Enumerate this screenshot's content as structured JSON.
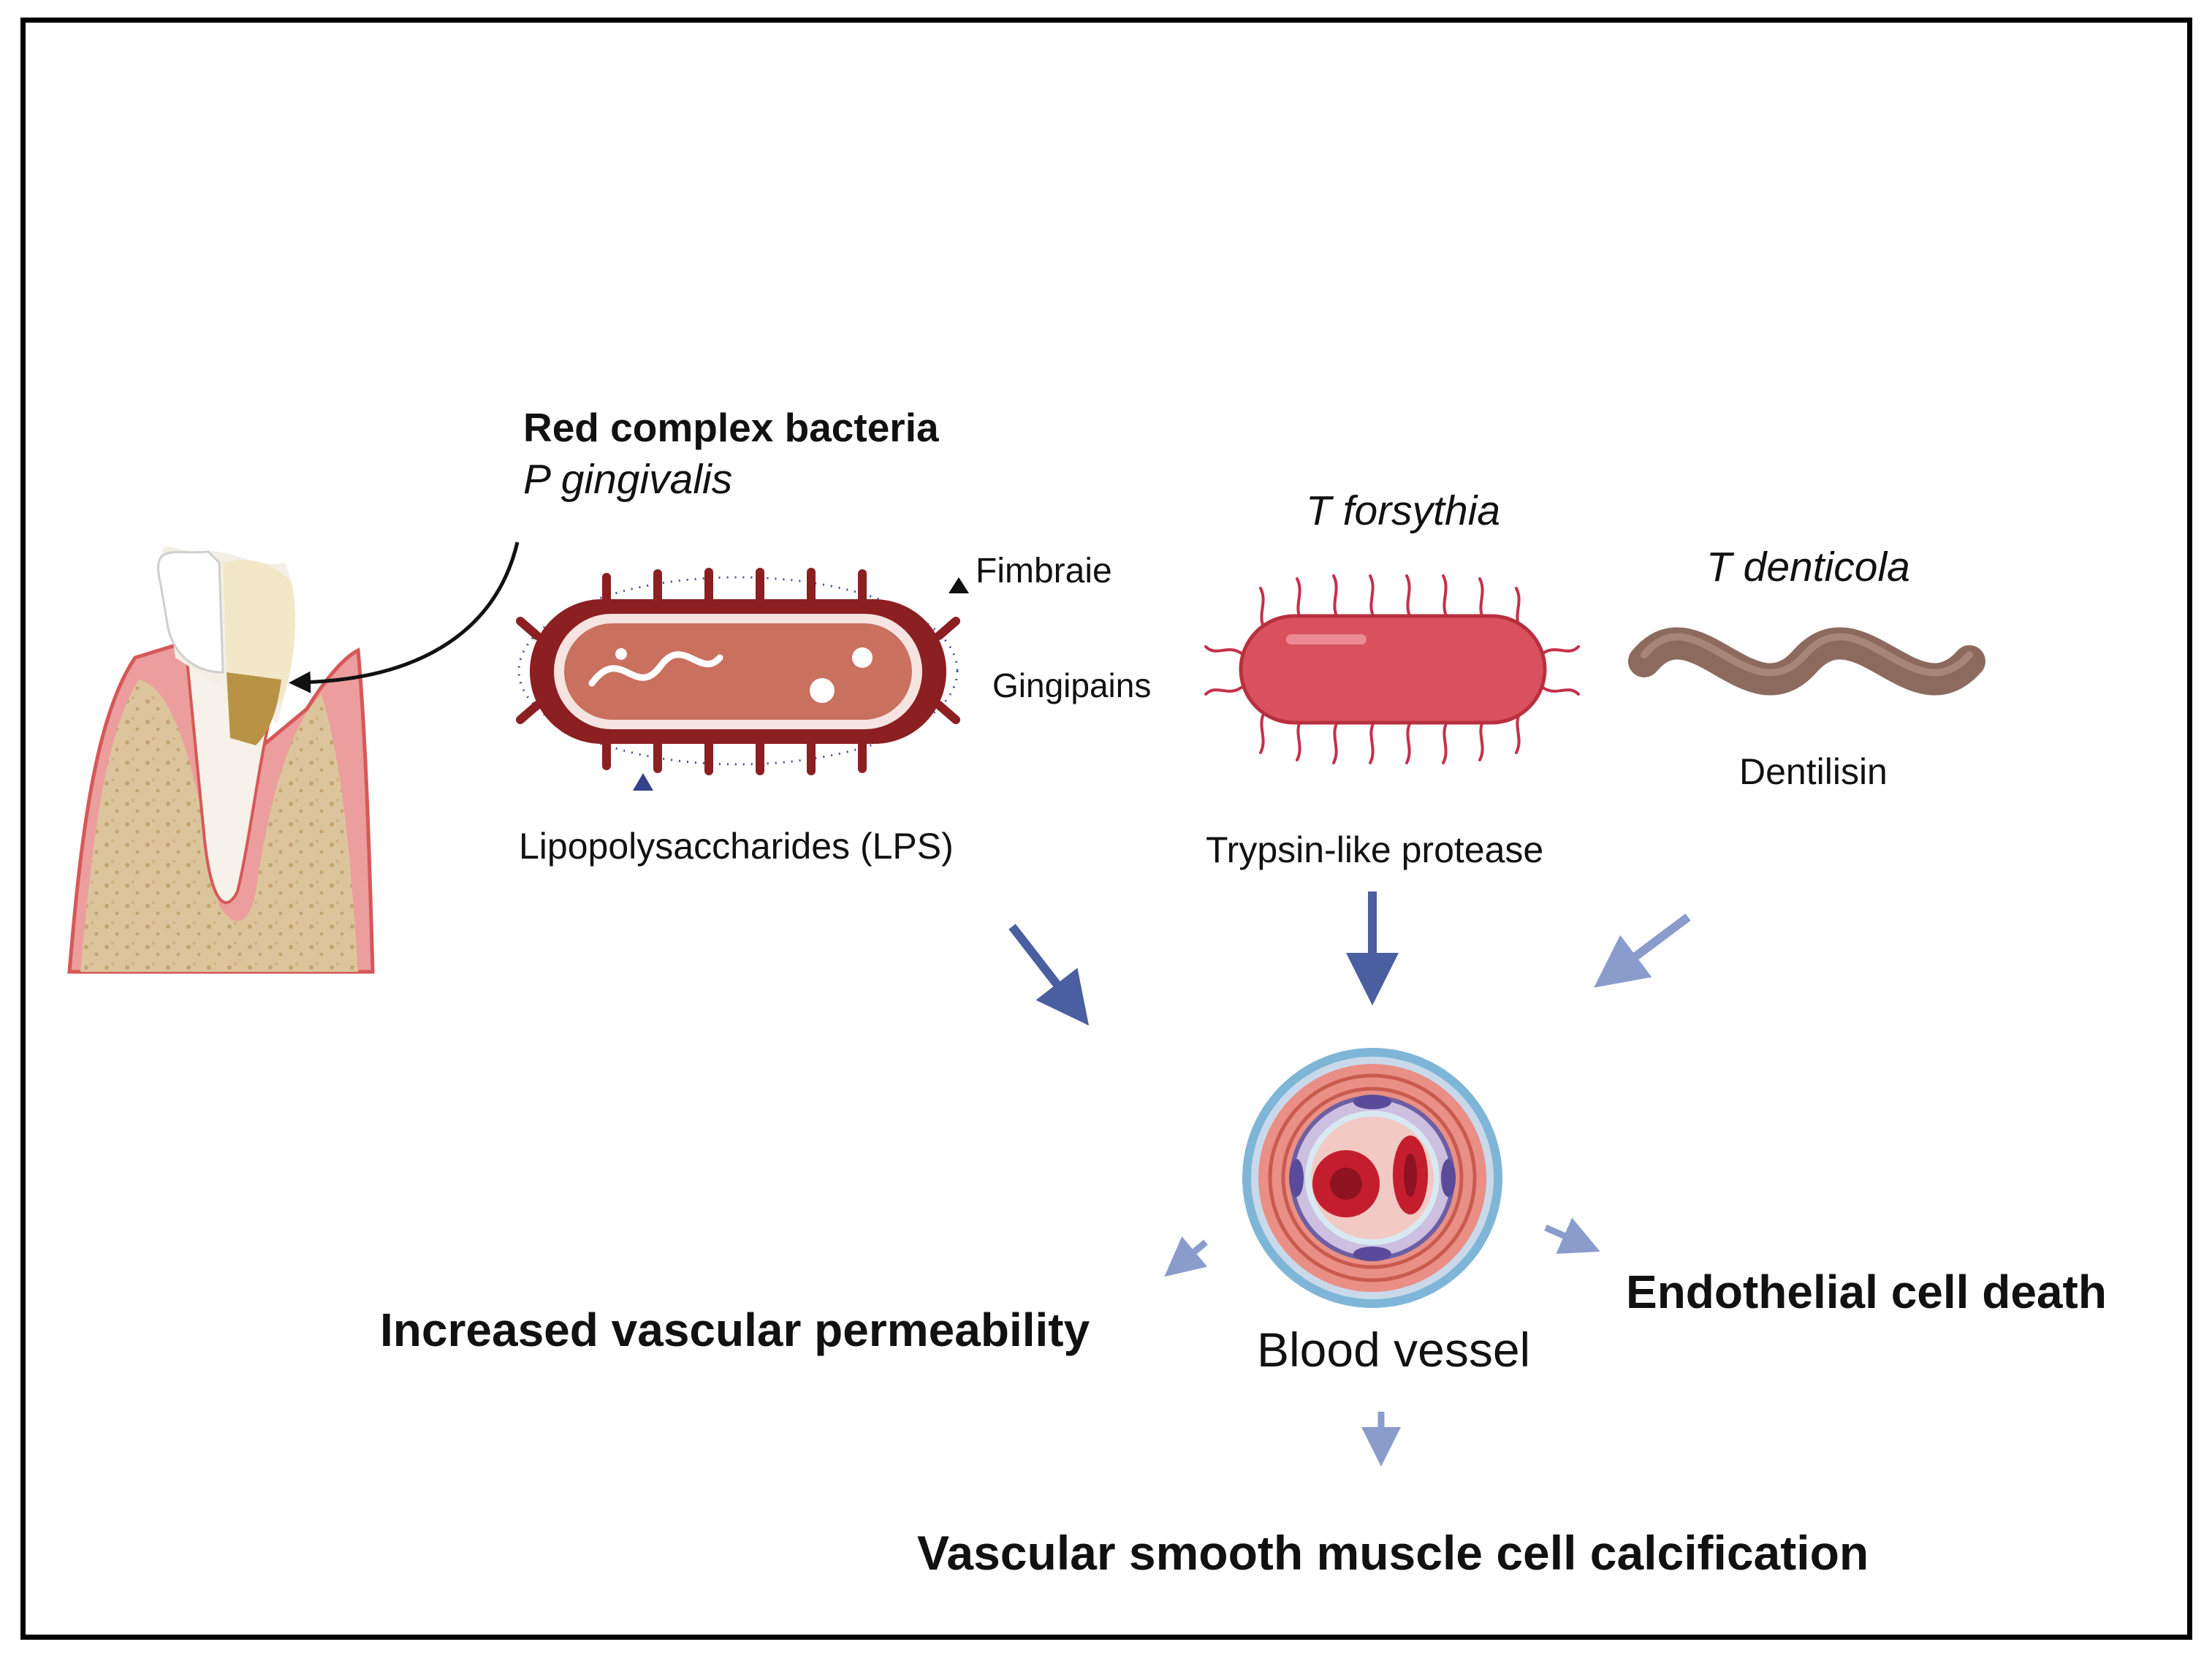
{
  "pathogens": {
    "group_title": "Red complex bacteria",
    "p_gingivalis": {
      "name": "P gingivalis",
      "fimbriae_label": "Fimbraie",
      "gingipains_label": "Gingipains",
      "lps_label": "Lipopolysaccharides (LPS)"
    },
    "t_forsythia": {
      "name": "T forsythia",
      "factor_label": "Trypsin-like protease"
    },
    "t_denticola": {
      "name": "T denticola",
      "factor_label": "Dentilisin"
    }
  },
  "vessel": {
    "label": "Blood vessel"
  },
  "outcomes": {
    "left": "Increased vascular permeability",
    "right": "Endothelial cell death",
    "bottom": "Vascular smooth muscle cell calcification"
  },
  "colors": {
    "arrow_blue": "#4a5fa0",
    "arrow_light": "#8a9ccc",
    "pg_body": "#c9705f",
    "pg_outline": "#8b1f22",
    "tf_body": "#d9505e",
    "td_body": "#8c6a5e",
    "gum": "#e78c8c",
    "bone": "#d9bf94"
  }
}
